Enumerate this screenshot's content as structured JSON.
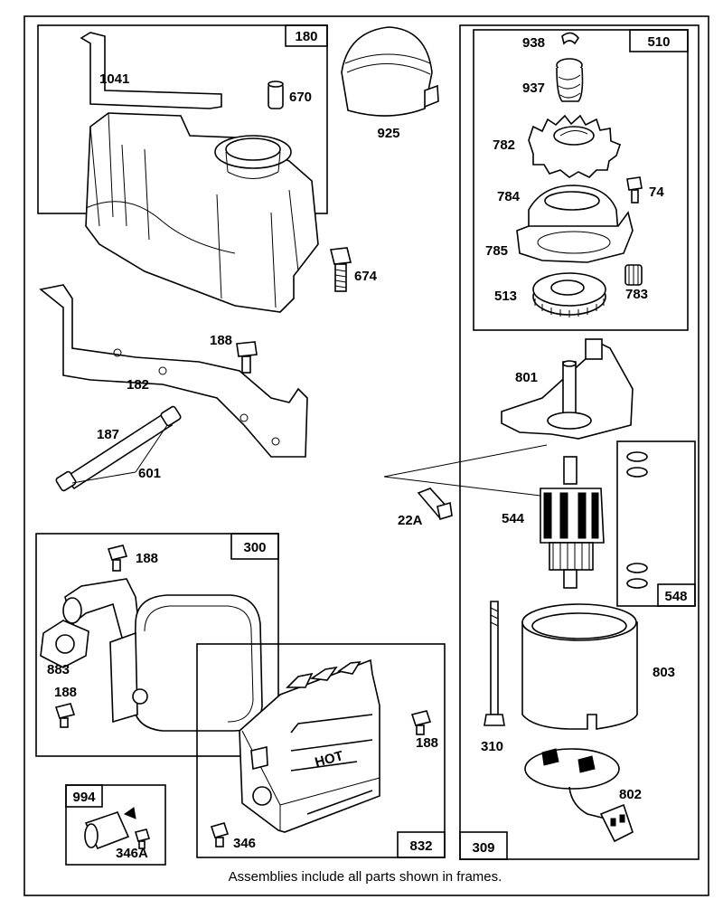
{
  "frames": {
    "f180": "180",
    "f510": "510",
    "f548": "548",
    "f300": "300",
    "f832": "832",
    "f994": "994",
    "f309": "309"
  },
  "parts": {
    "p1041": "1041",
    "p670": "670",
    "p925": "925",
    "p674": "674",
    "p188a": "188",
    "p182": "182",
    "p187": "187",
    "p601": "601",
    "p22a": "22A",
    "p938": "938",
    "p937": "937",
    "p782": "782",
    "p784": "784",
    "p74": "74",
    "p785": "785",
    "p513": "513",
    "p783": "783",
    "p801": "801",
    "p544": "544",
    "p803": "803",
    "p310": "310",
    "p802": "802",
    "p188b": "188",
    "p883": "883",
    "p188c": "188",
    "p188d": "188",
    "p346": "346",
    "p346a": "346A",
    "hot": "HOT"
  },
  "caption": "Assemblies include all parts shown in frames."
}
